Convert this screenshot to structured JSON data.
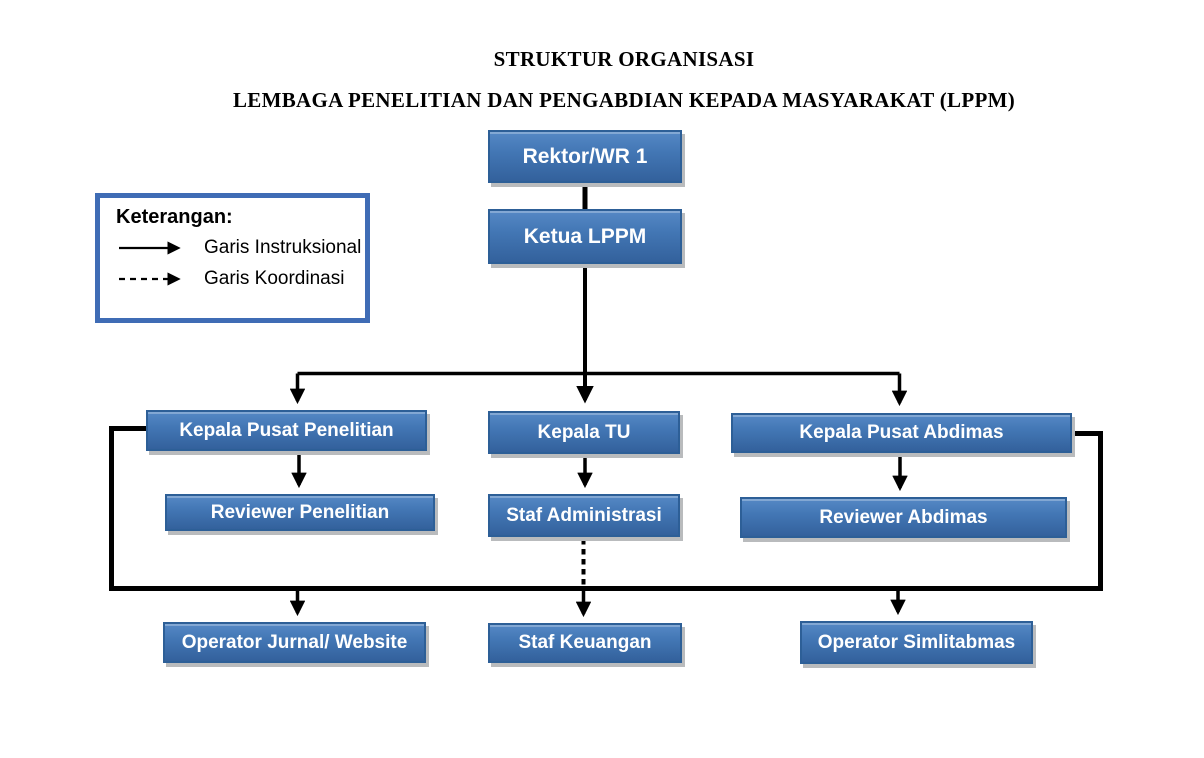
{
  "title": {
    "line1": "STRUKTUR ORGANISASI",
    "line2": "LEMBAGA PENELITIAN DAN PENGABDIAN KEPADA MASYARAKAT (LPPM)"
  },
  "legend": {
    "title": "Keterangan:",
    "items": [
      {
        "style": "solid-arrow",
        "label": "Garis Instruksional"
      },
      {
        "style": "dashed-arrow",
        "label": "Garis Koordinasi"
      }
    ]
  },
  "nodes": [
    {
      "id": "rektor",
      "label": "Rektor/WR 1"
    },
    {
      "id": "ketua-lppm",
      "label": "Ketua LPPM"
    },
    {
      "id": "kepala-pusat-penelitian",
      "label": "Kepala Pusat Penelitian"
    },
    {
      "id": "kepala-tu",
      "label": "Kepala TU"
    },
    {
      "id": "kepala-pusat-abdimas",
      "label": "Kepala Pusat Abdimas"
    },
    {
      "id": "reviewer-penelitian",
      "label": "Reviewer Penelitian"
    },
    {
      "id": "staf-administrasi",
      "label": "Staf Administrasi"
    },
    {
      "id": "reviewer-abdimas",
      "label": "Reviewer Abdimas"
    },
    {
      "id": "operator-jurnal-website",
      "label": "Operator Jurnal/ Website"
    },
    {
      "id": "staf-keuangan",
      "label": "Staf Keuangan"
    },
    {
      "id": "operator-simlitabmas",
      "label": "Operator Simlitabmas"
    }
  ],
  "edges": [
    {
      "from": "Rektor/WR 1",
      "to": "Ketua LPPM",
      "type": "instruksional"
    },
    {
      "from": "Ketua LPPM",
      "to": "Kepala Pusat Penelitian",
      "type": "instruksional"
    },
    {
      "from": "Ketua LPPM",
      "to": "Kepala TU",
      "type": "instruksional"
    },
    {
      "from": "Ketua LPPM",
      "to": "Kepala Pusat Abdimas",
      "type": "instruksional"
    },
    {
      "from": "Kepala Pusat Penelitian",
      "to": "Reviewer Penelitian",
      "type": "instruksional"
    },
    {
      "from": "Kepala TU",
      "to": "Staf Administrasi",
      "type": "instruksional"
    },
    {
      "from": "Kepala Pusat Abdimas",
      "to": "Reviewer Abdimas",
      "type": "instruksional"
    },
    {
      "from": "Kepala Pusat Penelitian",
      "to": "Operator Jurnal/ Website",
      "type": "instruksional"
    },
    {
      "from": "Kepala Pusat Penelitian",
      "to": "Staf Keuangan",
      "type": "instruksional"
    },
    {
      "from": "Kepala Pusat Abdimas",
      "to": "Operator Simlitabmas",
      "type": "instruksional"
    },
    {
      "from": "Staf Administrasi",
      "to": "Staf Keuangan",
      "type": "koordinasi"
    }
  ],
  "colors": {
    "node_fill_top": "#5588c5",
    "node_fill_bottom": "#33619c",
    "node_border": "#2d5f97",
    "node_text": "#ffffff",
    "node_shadow": "#b9bbbd",
    "legend_border": "#3f6cb5",
    "connector": "#000000",
    "background": "#ffffff"
  }
}
